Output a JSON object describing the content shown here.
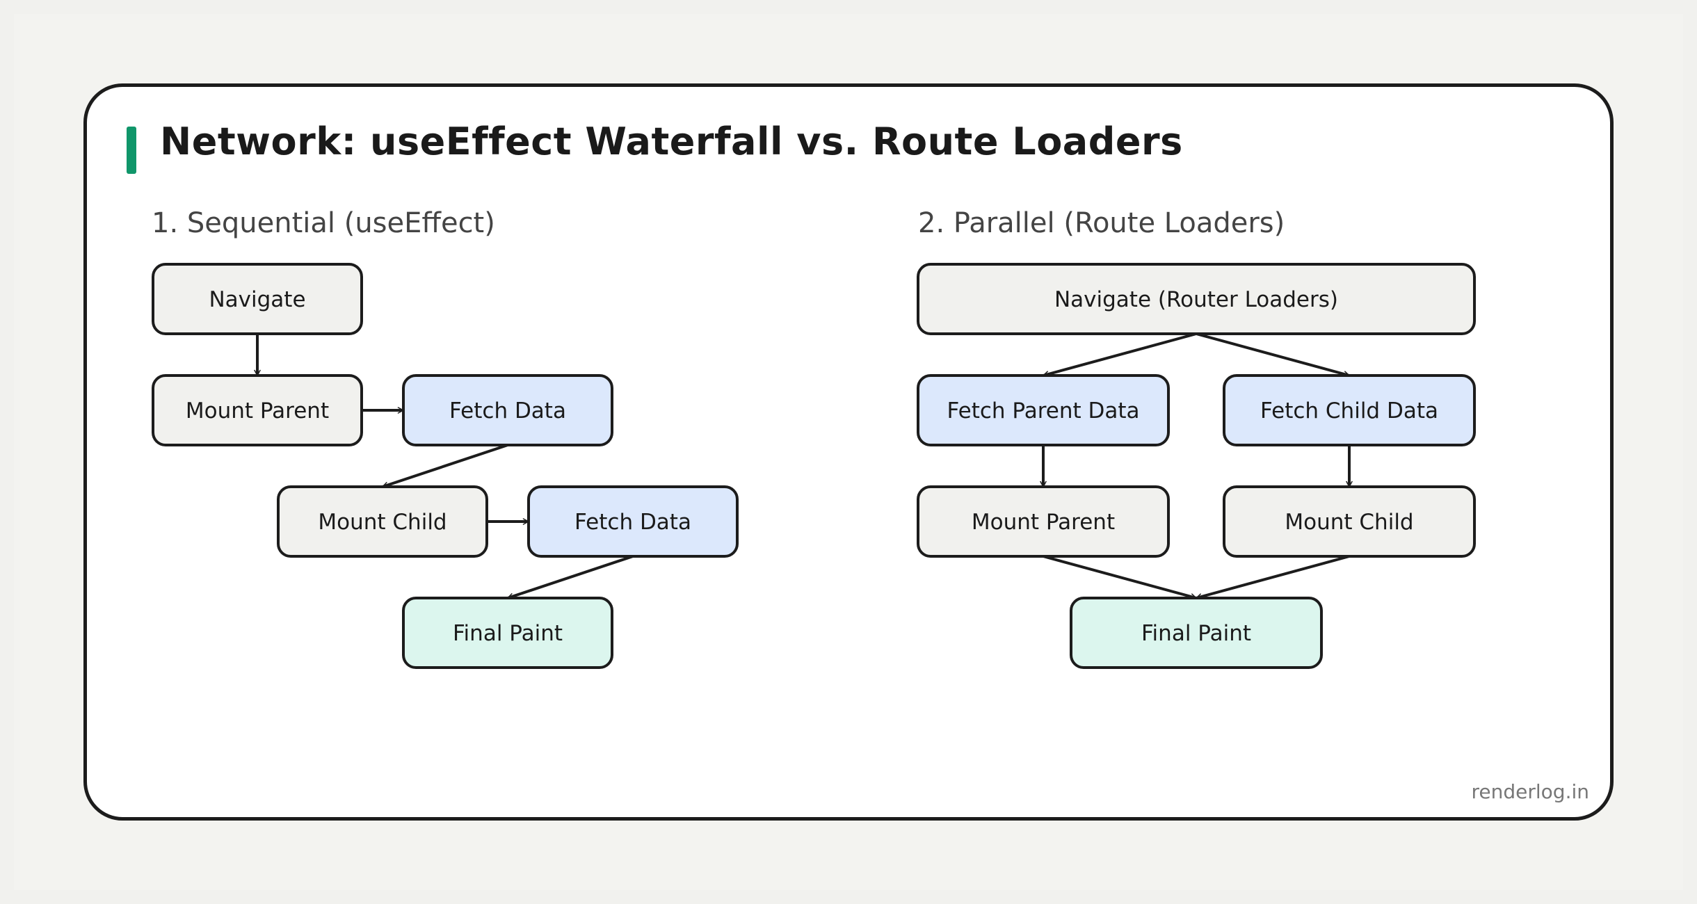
{
  "title": "Network: useEffect Waterfall vs. Route Loaders",
  "colors": {
    "accent": "#10966a",
    "node_gray": "#f1f1ee",
    "node_blue": "#dce8fc",
    "node_mint": "#dcf6ee",
    "stroke": "#1c1c1c"
  },
  "sections": {
    "sequential": {
      "label": "1. Sequential (useEffect)",
      "nodes": [
        {
          "id": "seq-navigate",
          "label": "Navigate",
          "color": "node_gray"
        },
        {
          "id": "seq-mount-parent",
          "label": "Mount Parent",
          "color": "node_gray"
        },
        {
          "id": "seq-fetch-data-1",
          "label": "Fetch Data",
          "color": "node_blue"
        },
        {
          "id": "seq-mount-child",
          "label": "Mount Child",
          "color": "node_gray"
        },
        {
          "id": "seq-fetch-data-2",
          "label": "Fetch Data",
          "color": "node_blue"
        },
        {
          "id": "seq-final-paint",
          "label": "Final Paint",
          "color": "node_mint"
        }
      ],
      "edges": [
        [
          "seq-navigate",
          "seq-mount-parent"
        ],
        [
          "seq-mount-parent",
          "seq-fetch-data-1"
        ],
        [
          "seq-fetch-data-1",
          "seq-mount-child"
        ],
        [
          "seq-mount-child",
          "seq-fetch-data-2"
        ],
        [
          "seq-fetch-data-2",
          "seq-final-paint"
        ]
      ]
    },
    "parallel": {
      "label": "2. Parallel (Route Loaders)",
      "nodes": [
        {
          "id": "par-navigate",
          "label": "Navigate (Router Loaders)",
          "color": "node_gray"
        },
        {
          "id": "par-fetch-parent",
          "label": "Fetch Parent Data",
          "color": "node_blue"
        },
        {
          "id": "par-fetch-child",
          "label": "Fetch Child Data",
          "color": "node_blue"
        },
        {
          "id": "par-mount-parent",
          "label": "Mount Parent",
          "color": "node_gray"
        },
        {
          "id": "par-mount-child",
          "label": "Mount Child",
          "color": "node_gray"
        },
        {
          "id": "par-final-paint",
          "label": "Final Paint",
          "color": "node_mint"
        }
      ],
      "edges": [
        [
          "par-navigate",
          "par-fetch-parent"
        ],
        [
          "par-navigate",
          "par-fetch-child"
        ],
        [
          "par-fetch-parent",
          "par-mount-parent"
        ],
        [
          "par-fetch-child",
          "par-mount-child"
        ],
        [
          "par-mount-parent",
          "par-final-paint"
        ],
        [
          "par-mount-child",
          "par-final-paint"
        ]
      ]
    }
  },
  "watermark": "renderlog.in"
}
